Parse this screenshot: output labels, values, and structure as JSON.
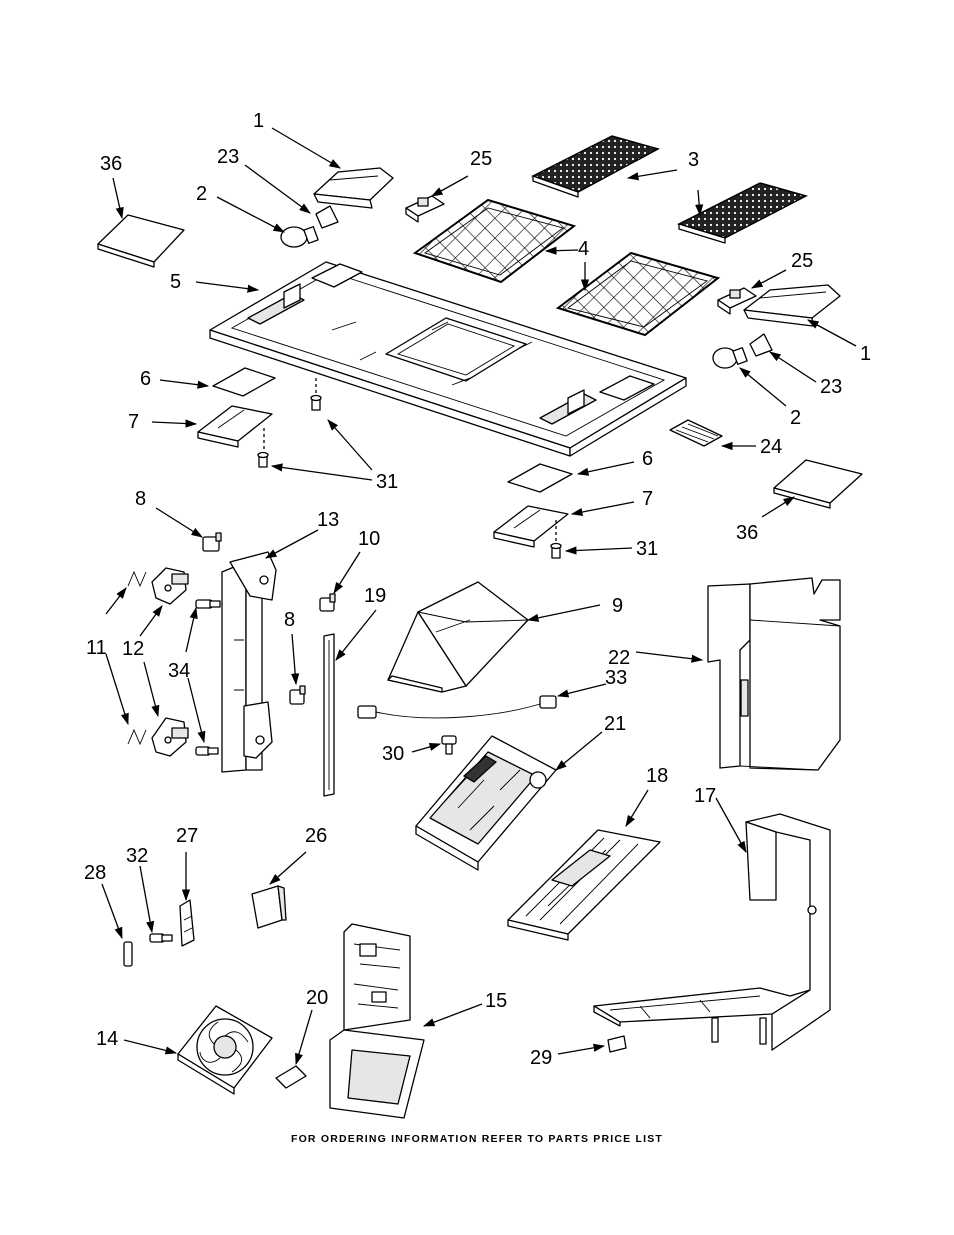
{
  "callouts": {
    "c1a": "1",
    "c1b": "1",
    "c2a": "2",
    "c2b": "2",
    "c3": "3",
    "c4": "4",
    "c5": "5",
    "c6a": "6",
    "c6b": "6",
    "c7a": "7",
    "c7b": "7",
    "c8a": "8",
    "c8b": "8",
    "c9": "9",
    "c10": "10",
    "c11": "11",
    "c12": "12",
    "c13": "13",
    "c14": "14",
    "c15": "15",
    "c17": "17",
    "c18": "18",
    "c19": "19",
    "c20": "20",
    "c21": "21",
    "c22": "22",
    "c23a": "23",
    "c23b": "23",
    "c24": "24",
    "c25a": "25",
    "c25b": "25",
    "c26": "26",
    "c27": "27",
    "c28": "28",
    "c29": "29",
    "c30": "30",
    "c31a": "31",
    "c31b": "31",
    "c32": "32",
    "c33": "33",
    "c34": "34",
    "c36a": "36",
    "c36b": "36"
  },
  "footer": "FOR ORDERING INFORMATION REFER TO PARTS PRICE LIST"
}
